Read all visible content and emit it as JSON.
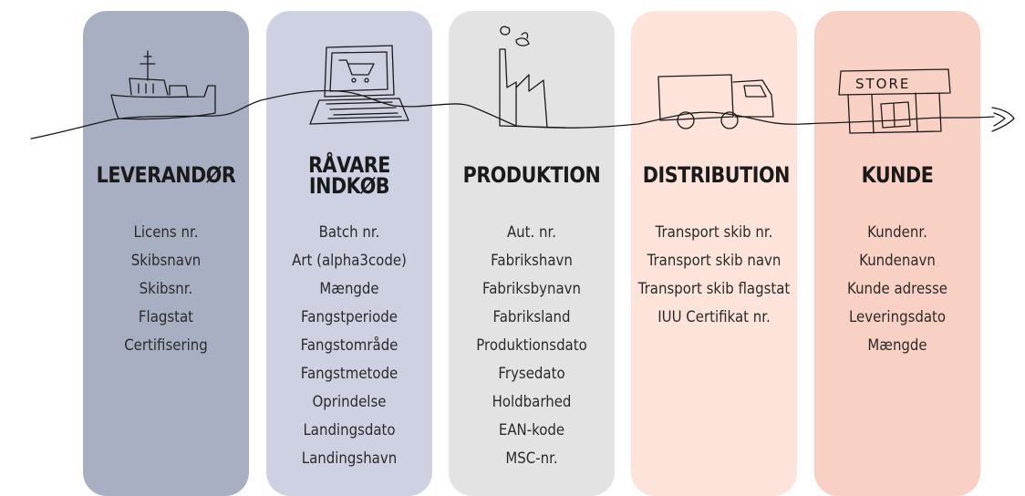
{
  "stages": [
    {
      "title": "LEVERANDØR",
      "icon": "ship-icon",
      "color": "#a9afc2",
      "items": [
        "Licens nr.",
        "Skibsnavn",
        "Skibsnr.",
        "Flagstat",
        "Certifisering"
      ]
    },
    {
      "title": "RÅVARE INDKØB",
      "title_lines": [
        "RÅVARE",
        "INDKØB"
      ],
      "icon": "laptop-shopping-cart-icon",
      "color": "#ced1e2",
      "items": [
        "Batch nr.",
        "Art (alpha3code)",
        "Mængde",
        "Fangstperiode",
        "Fangstområde",
        "Fangstmetode",
        "Oprindelse",
        "Landingsdato",
        "Landingshavn"
      ]
    },
    {
      "title": "PRODUKTION",
      "icon": "factory-icon",
      "color": "#e3e3e3",
      "items": [
        "Aut. nr.",
        "Fabrikshavn",
        "Fabriksbynavn",
        "Fabriksland",
        "Produktionsdato",
        "Frysedato",
        "Holdbarhed",
        "EAN-kode",
        "MSC-nr."
      ]
    },
    {
      "title": "DISTRIBUTION",
      "icon": "truck-icon",
      "color": "#fde3da",
      "items": [
        "Transport skib nr.",
        "Transport skib navn",
        "Transport skib flagstat",
        "IUU Certifikat nr."
      ]
    },
    {
      "title": "KUNDE",
      "icon": "store-icon",
      "color": "#f9d0c4",
      "store_sign": "STORE",
      "items": [
        "Kundenr.",
        "Kundenavn",
        "Kunde adresse",
        "Leveringsdato",
        "Mængde"
      ]
    }
  ]
}
